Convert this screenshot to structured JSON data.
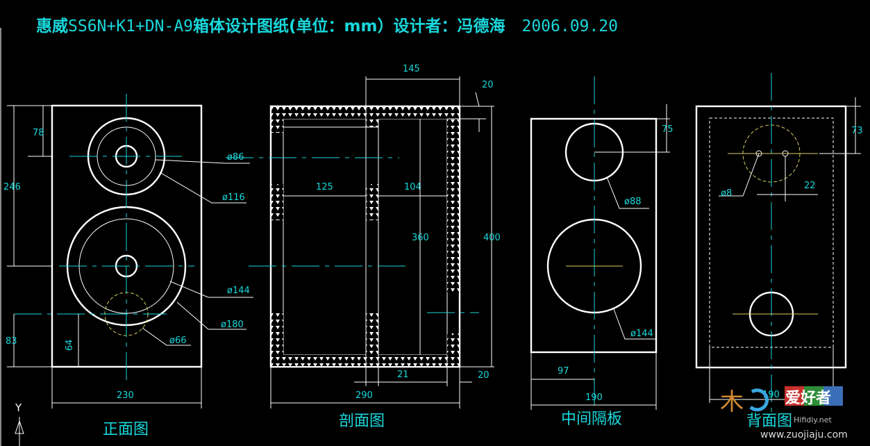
{
  "title": {
    "brand": "惠威",
    "model": "SS6N+K1+DN-A9",
    "rest": "箱体设计图纸(单位：mm）设计者：冯德海",
    "date": "2006.09.20"
  },
  "views": {
    "front": "正面图",
    "section": "剖面图",
    "middle": "中间隔板",
    "back": "背面图"
  },
  "dims": {
    "front": {
      "top_offset": "78",
      "tweeter_height": "246",
      "bottom_offset": "83",
      "port_height": "64",
      "width": "230",
      "d_tweeter_inner": "ø86",
      "d_tweeter_outer": "ø116",
      "d_woofer_inner": "ø144",
      "d_woofer_outer": "ø180",
      "d_port": "ø66"
    },
    "section": {
      "top_width": "145",
      "wall": "20",
      "left_inner": "125",
      "right_inner": "104",
      "inner_height": "360",
      "height": "400",
      "slot": "21",
      "wall_bottom": "20",
      "width": "290"
    },
    "middle": {
      "top_offset": "75",
      "d_upper": "ø88",
      "d_lower": "ø144",
      "left_offset": "97",
      "width": "190"
    },
    "back": {
      "top_offset": "73",
      "d_terminal": "ø8",
      "spacing": "22",
      "width": "190"
    }
  },
  "axis_label": "Y",
  "watermark": {
    "logo": "爱好者",
    "site_small": "Hifidiy.net",
    "site": "www.zuojiaju.com"
  },
  "colors": {
    "dimension": "#19d8dc",
    "outline": "#ffffff",
    "hidden": "#d8d060",
    "background": "#000000"
  }
}
